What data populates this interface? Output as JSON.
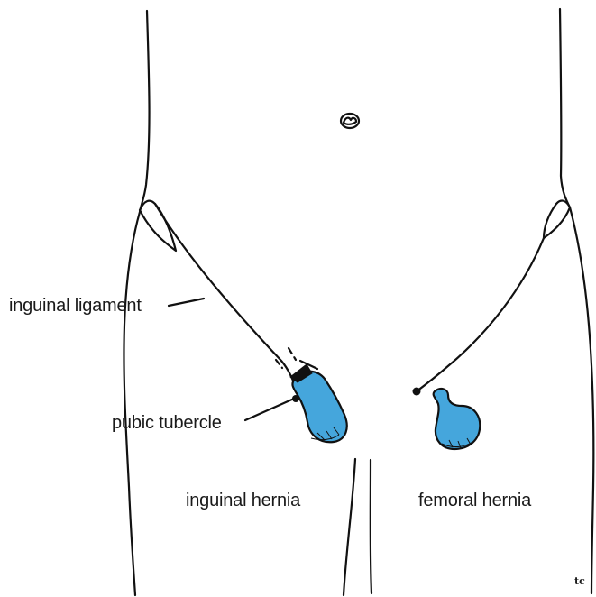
{
  "labels": {
    "inguinal_ligament": "inguinal ligament",
    "pubic_tubercle": "pubic tubercle",
    "inguinal_hernia": "inguinal hernia",
    "femoral_hernia": "femoral hernia"
  },
  "artist_mark": "tc",
  "colors": {
    "outline": "#111111",
    "hernia_fill": "#45a6dc"
  }
}
